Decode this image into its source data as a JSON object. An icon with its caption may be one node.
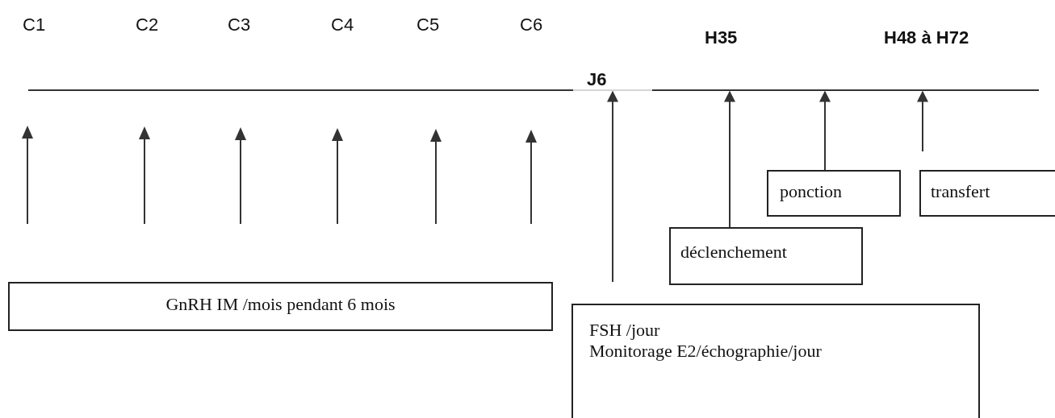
{
  "diagram": {
    "nodes": [
      {
        "text": [],
        "shape": "bar"
      },
      {
        "text": [
          "ponction"
        ]
      },
      {
        "text": [
          "transfert"
        ]
      },
      {
        "text": [
          "déclenchement"
        ]
      },
      {
        "text": [
          "GnRH IM /mois pendant 6 mois"
        ]
      },
      {
        "text": [
          "FSH /jour",
          "Monitorage E2/échographie/jour"
        ]
      }
    ],
    "edges": [
      {
        "from": null,
        "to": 0,
        "arrow": "to"
      },
      {
        "from": 3,
        "to": 0,
        "arrow": "to"
      },
      {
        "from": 1,
        "to": 0,
        "arrow": "to"
      },
      {
        "from": null,
        "to": 0,
        "arrow": "to"
      }
    ],
    "labels": [
      "C1",
      "C2",
      "C3",
      "C4",
      "C5",
      "C6",
      "J6",
      "H35",
      "H48 à H72"
    ]
  }
}
